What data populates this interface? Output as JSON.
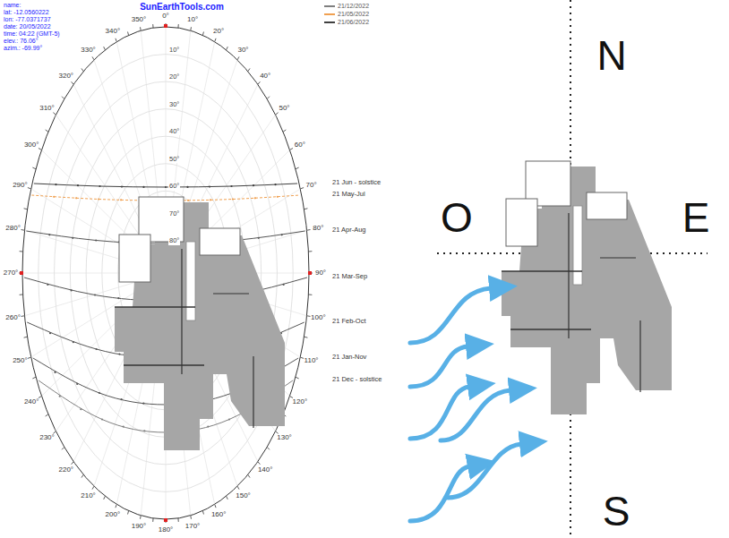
{
  "diagram": {
    "title": "SunEarthTools.com",
    "labels": [
      "name:",
      "lat: -12.0560222",
      "lon: -77.0371737",
      "date: 20/05/2022",
      "time: 04:22 (GMT-5)",
      "elev.: 76.06°",
      "azim.: -69.99°",
      "0°",
      "10°",
      "20°",
      "30°",
      "40°",
      "50°",
      "60°",
      "70°",
      "80°",
      "90°",
      "100°",
      "110°",
      "120°",
      "130°",
      "140°",
      "150°",
      "160°",
      "170°",
      "180°",
      "190°",
      "200°",
      "210°",
      "220°",
      "230°",
      "240°",
      "250°",
      "260°",
      "270°",
      "280°",
      "290°",
      "300°",
      "310°",
      "320°",
      "330°",
      "340°",
      "350°",
      "10°",
      "20°",
      "30°",
      "40°",
      "50°",
      "60°",
      "70°",
      "80°",
      "21 Jun - solstice",
      "21 May-Jul",
      "21 Apr-Aug",
      "21 Mar-Sep",
      "21 Feb-Oct",
      "21 Jan-Nov",
      "21 Dec - solstice",
      "N",
      "O",
      "E",
      "S"
    ],
    "legend": [
      {
        "text": "21/12/2022",
        "color": "#7f7f7f"
      },
      {
        "text": "21/05/2022",
        "color": "#f0a050"
      },
      {
        "text": "21/06/2022",
        "color": "#404040"
      }
    ]
  }
}
